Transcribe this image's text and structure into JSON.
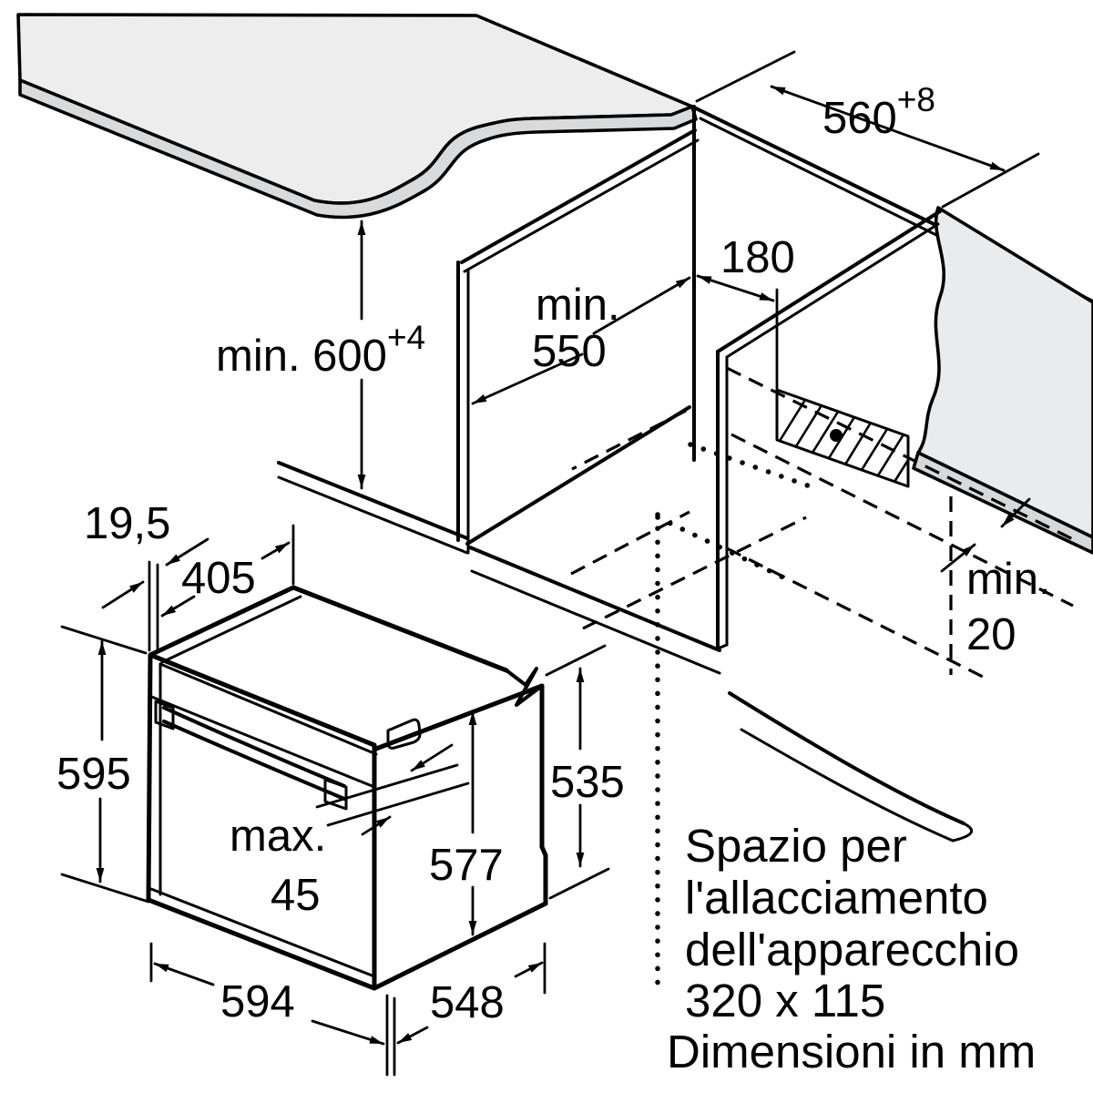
{
  "diagram": {
    "title": "built-in-oven-installation-drawing",
    "units_note": "Dimensioni in mm",
    "colors": {
      "line": "#000000",
      "surface_light": "#ededee",
      "surface_shadow": "#d8dadb",
      "wall_light": "#eaebec",
      "wall_shadow": "#d6d8d9"
    },
    "dimensions": {
      "niche_height": {
        "value": "min. 600",
        "tolerance": "+4"
      },
      "niche_depth": {
        "line1": "min.",
        "line2": "550"
      },
      "connection_offset": {
        "value": "180"
      },
      "niche_width": {
        "value": "560",
        "tolerance": "+8"
      },
      "side_clearance": {
        "line1": "min.",
        "line2": "20"
      },
      "frame_overhang": {
        "value": "19,5"
      },
      "top_depth": {
        "value": "405"
      },
      "oven_height": {
        "value": "595"
      },
      "handle_protrusion": {
        "line1": "max.",
        "line2": "45"
      },
      "front_frame_height": {
        "value": "577"
      },
      "side_height": {
        "value": "535"
      },
      "oven_width": {
        "value": "594"
      },
      "body_depth": {
        "value": "548"
      }
    },
    "connection_note": {
      "line1": "Spazio per",
      "line2": "l'allacciamento",
      "line3": "dell'apparecchio",
      "line4": "320 x 115"
    }
  }
}
